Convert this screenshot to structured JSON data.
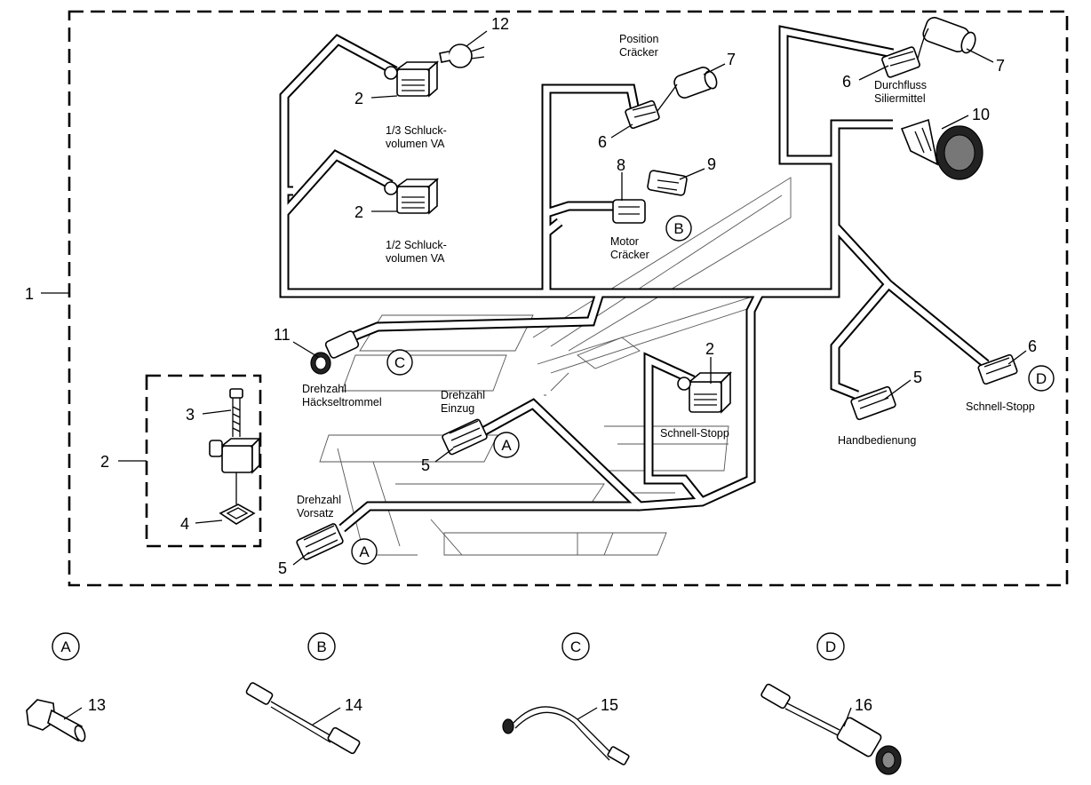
{
  "callouts": {
    "c1": "1",
    "c2_detail": "2",
    "c2_a": "2",
    "c2_b": "2",
    "c2_c": "2",
    "c3": "3",
    "c4": "4",
    "c5_einzug": "5",
    "c5_vorsatz": "5",
    "c5_hand": "5",
    "c6_pos": "6",
    "c6_durch": "6",
    "c6_schnell": "6",
    "c7_pos": "7",
    "c7_durch": "7",
    "c8": "8",
    "c9": "9",
    "c10": "10",
    "c11": "11",
    "c12": "12",
    "c13": "13",
    "c14": "14",
    "c15": "15",
    "c16": "16"
  },
  "labels": {
    "schluck13_l1": "1/3 Schluck-",
    "schluck13_l2": "volumen VA",
    "schluck12_l1": "1/2 Schluck-",
    "schluck12_l2": "volumen VA",
    "position_l1": "Position",
    "position_l2": "Cräcker",
    "durchfluss_l1": "Durchfluss",
    "durchfluss_l2": "Siliermittel",
    "motor_l1": "Motor",
    "motor_l2": "Cräcker",
    "drehzahl_hack_l1": "Drehzahl",
    "drehzahl_hack_l2": "Häckseltrommel",
    "drehzahl_einzug_l1": "Drehzahl",
    "drehzahl_einzug_l2": "Einzug",
    "drehzahl_vorsatz_l1": "Drehzahl",
    "drehzahl_vorsatz_l2": "Vorsatz",
    "schnell_stopp_center": "Schnell-Stopp",
    "schnell_stopp_right": "Schnell-Stopp",
    "handbedienung": "Handbedienung"
  },
  "markers": {
    "A_einzug": "A",
    "A_vorsatz": "A",
    "B_motor": "B",
    "C_hack": "C",
    "D_schnell": "D",
    "A_bottom": "A",
    "B_bottom": "B",
    "C_bottom": "C",
    "D_bottom": "D"
  }
}
